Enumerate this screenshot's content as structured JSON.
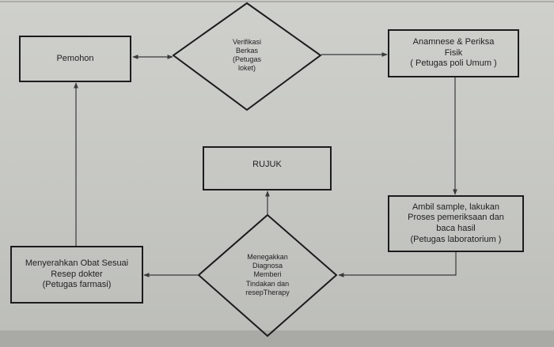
{
  "nodes": {
    "pemohon": "Pemohon",
    "verifikasi": "Verifikasi\nBerkas\n(Petugas\nloket)",
    "anamnese": "Anamnese & Periksa\nFisik\n( Petugas poli Umum )",
    "ambil_sample": "Ambil sample, lakukan\nProses pemeriksaan dan\nbaca hasil\n(Petugas laboratorium )",
    "menegakkan": "Menegakkan\nDiagnosa\nMemberi\nTindakan dan\nresepTherapy",
    "rujuk": "RUJUK",
    "menyerahkan": "Menyerahkan Obat Sesuai\nResep dokter\n(Petugas farmasi)"
  },
  "colors": {
    "background": "#c9cac6",
    "stroke": "#1c1c1c",
    "arrow": "#4a4a4a"
  }
}
